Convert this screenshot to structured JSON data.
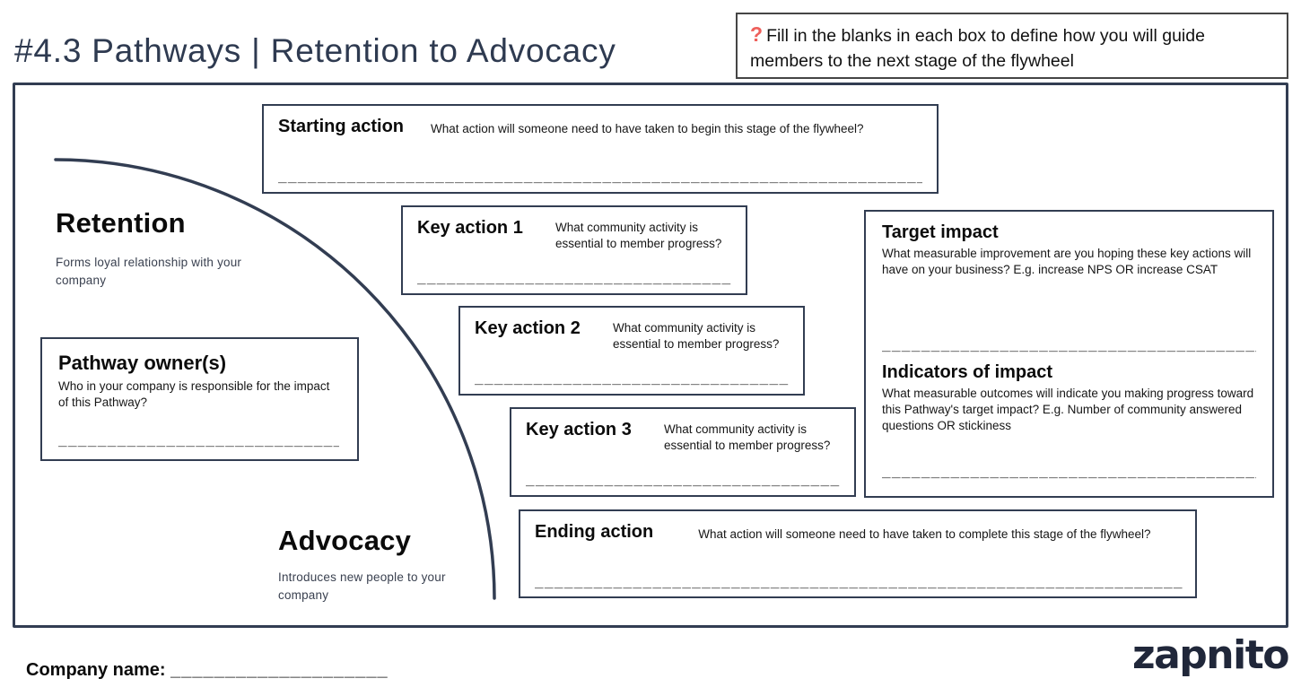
{
  "page": {
    "title": "#4.3 Pathways | Retention to Advocacy",
    "instruction": {
      "icon": "?",
      "text": "Fill in the blanks in each box to define how you will guide members to the next stage of the flywheel"
    },
    "colors": {
      "navy": "#323d52",
      "red": "#ee5f5b",
      "black": "#111111"
    }
  },
  "canvas": {
    "starting_action": {
      "title": "Starting action",
      "hint": "What action will someone need to have taken to begin this stage of the flywheel?",
      "blank": "________________________________________________________________________________________________________________________"
    },
    "stages": {
      "retention": {
        "title": "Retention",
        "description": "Forms loyal relationship with your company"
      },
      "advocacy": {
        "title": "Advocacy",
        "description": "Introduces new people to your company"
      }
    },
    "pathway_owner": {
      "title": "Pathway owner(s)",
      "hint": "Who in your company is responsible for the impact of this Pathway?",
      "blank": "______________________________________________________________________"
    },
    "key_actions": [
      {
        "title": "Key action 1",
        "hint": "What community activity is essential to member progress?",
        "blank": "______________________________________________________________________"
      },
      {
        "title": "Key action 2",
        "hint": "What community activity is essential to member progress?",
        "blank": "______________________________________________________________________"
      },
      {
        "title": "Key action 3",
        "hint": "What community activity is essential to member progress?",
        "blank": "______________________________________________________________________"
      }
    ],
    "impact": {
      "target": {
        "title": "Target impact",
        "hint": "What measurable improvement are you hoping these key actions will have on your business? E.g. increase NPS OR increase CSAT",
        "blank": "______________________________________________________________________"
      },
      "indicators": {
        "title": "Indicators of impact",
        "hint": "What measurable outcomes will indicate you making progress toward this Pathway's target impact? E.g. Number of community answered questions OR stickiness",
        "blank": "______________________________________________________________________"
      }
    },
    "ending_action": {
      "title": "Ending action",
      "hint": "What action will someone need to have taken to complete this stage of the flywheel?",
      "blank": "________________________________________________________________________________________________________________________"
    }
  },
  "footer": {
    "company_name_label": "Company name:",
    "company_name_blank": "____________________",
    "logo": "zapnito"
  }
}
